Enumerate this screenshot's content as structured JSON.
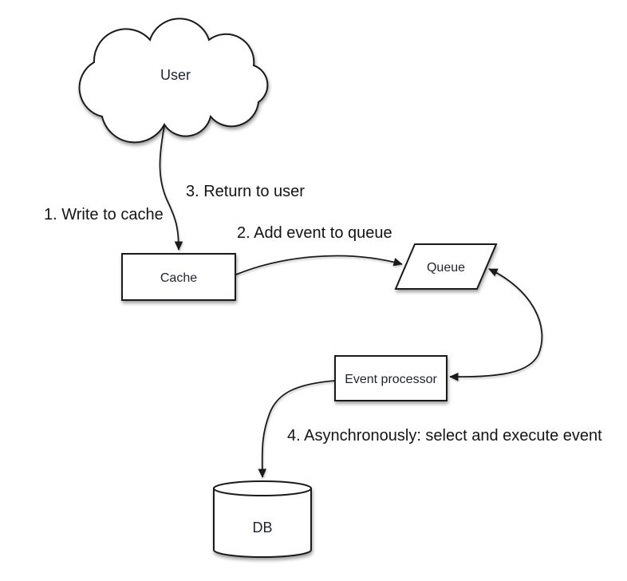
{
  "diagram": {
    "type": "flow-diagram",
    "background": "#ffffff",
    "stroke_color": "#1a1a1a",
    "shape_fill": "#ffffff",
    "node_text_color": "#1f2330",
    "label_text_color": "#141414",
    "nodes": {
      "user": {
        "label": "User",
        "shape": "cloud"
      },
      "cache": {
        "label": "Cache",
        "shape": "rectangle"
      },
      "queue": {
        "label": "Queue",
        "shape": "parallelogram"
      },
      "event_processor": {
        "label": "Event processor",
        "shape": "rectangle"
      },
      "db": {
        "label": "DB",
        "shape": "cylinder"
      }
    },
    "edges": [
      {
        "from": "user",
        "to": "cache",
        "direction": "one-way",
        "labels": [
          "1. Write to cache",
          "3. Return to user"
        ]
      },
      {
        "from": "cache",
        "to": "queue",
        "direction": "one-way",
        "labels": [
          "2. Add event to queue"
        ]
      },
      {
        "from": "queue",
        "to": "event_processor",
        "direction": "two-way",
        "labels": []
      },
      {
        "from": "event_processor",
        "to": "db",
        "direction": "one-way",
        "labels": [
          "4. Asynchronously: select and execute event"
        ]
      }
    ]
  }
}
